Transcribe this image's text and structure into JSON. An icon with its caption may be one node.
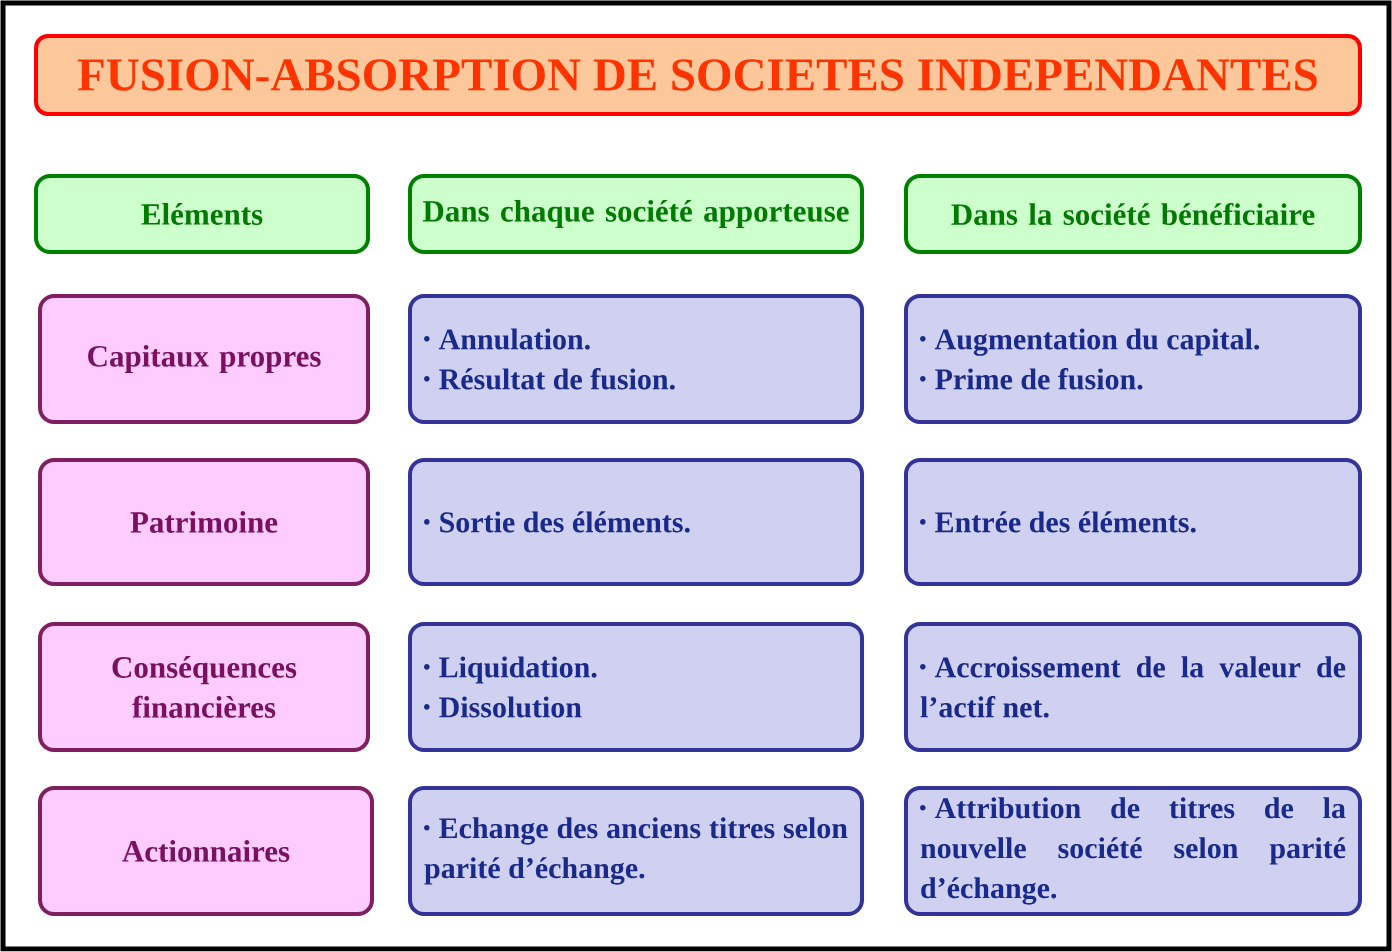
{
  "diagram": {
    "title": "FUSION-ABSORPTION DE SOCIETES INDEPENDANTES",
    "nodes": [
      {
        "text": [
          "Eléments"
        ]
      },
      {
        "text": [
          "Dans chaque société apporteuse"
        ]
      },
      {
        "text": [
          "Dans la société bénéficiaire"
        ]
      },
      {
        "text": [
          "Capitaux propres"
        ]
      },
      {
        "text": [
          "Annulation.",
          "Résultat de fusion."
        ]
      },
      {
        "text": [
          "Augmentation du capital.",
          "Prime de fusion."
        ]
      },
      {
        "text": [
          "Patrimoine"
        ]
      },
      {
        "text": [
          "Sortie des éléments."
        ]
      },
      {
        "text": [
          "Entrée des éléments."
        ]
      },
      {
        "text": [
          "Conséquences financières"
        ]
      },
      {
        "text": [
          "Liquidation.",
          "Dissolution"
        ]
      },
      {
        "text": [
          "Accroissement de la valeur de l’actif net."
        ]
      },
      {
        "text": [
          "Actionnaires"
        ]
      },
      {
        "text": [
          "Echange des anciens titres selon parité d’échange."
        ]
      },
      {
        "text": [
          "Attribution de titres de la nouvelle société selon parité d’échange."
        ]
      }
    ]
  }
}
